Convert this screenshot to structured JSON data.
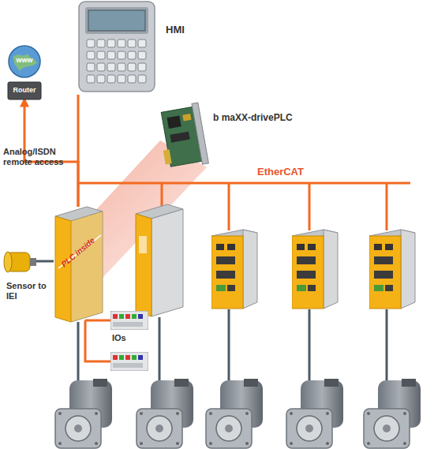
{
  "diagram": {
    "nodes": [
      {
        "text": [
          "HMI"
        ]
      },
      {
        "text": [
          "www"
        ]
      },
      {
        "text": [
          "Router"
        ]
      },
      {
        "text": [
          "b maXX-drivePLC"
        ]
      },
      {
        "text": [
          "PLC inside"
        ]
      },
      {
        "text": [
          "Sensor to IEI"
        ]
      }
    ],
    "edges": [
      {
        "from": 0,
        "to": 4,
        "arrow": "none"
      },
      {
        "from": 4,
        "to": 2,
        "arrow": "to",
        "label": "Analog/ISDN remote access"
      },
      {
        "from": 5,
        "to": 4,
        "arrow": "none"
      }
    ],
    "labels": [
      "EtherCAT",
      "IOs"
    ]
  }
}
